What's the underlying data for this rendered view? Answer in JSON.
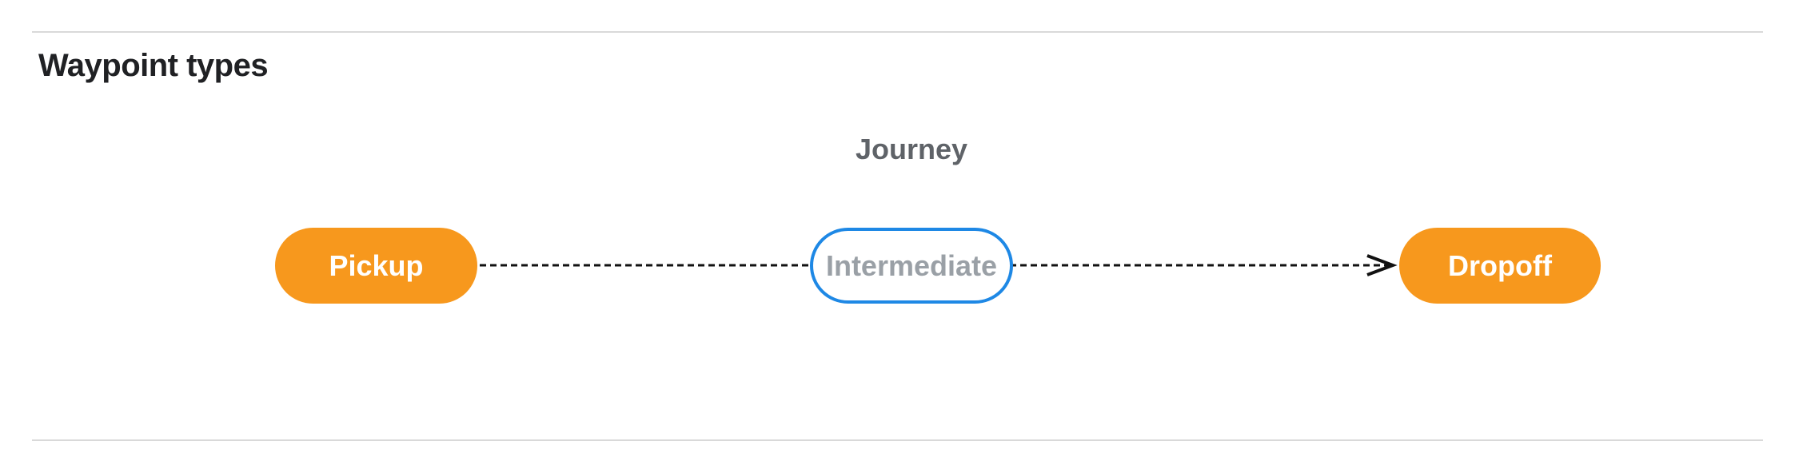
{
  "page": {
    "title": "Waypoint types"
  },
  "diagram": {
    "label": "Journey",
    "nodes": [
      {
        "id": "pickup",
        "label": "Pickup",
        "style": "filled-orange"
      },
      {
        "id": "intermediate",
        "label": "Intermediate",
        "style": "outlined-blue"
      },
      {
        "id": "dropoff",
        "label": "Dropoff",
        "style": "filled-orange"
      }
    ],
    "connector": {
      "style": "dashed",
      "arrow": "right",
      "from": "Pickup",
      "through": "Intermediate",
      "to": "Dropoff"
    },
    "colors": {
      "node_fill_orange": "#f7981d",
      "node_border_blue": "#1e88e5",
      "node_text_white": "#ffffff",
      "node_text_gray": "#9aa0a6",
      "journey_label_gray": "#5f6368",
      "title_black": "#202124",
      "connector_black": "#111111",
      "divider_gray": "#d9d9d9"
    }
  }
}
